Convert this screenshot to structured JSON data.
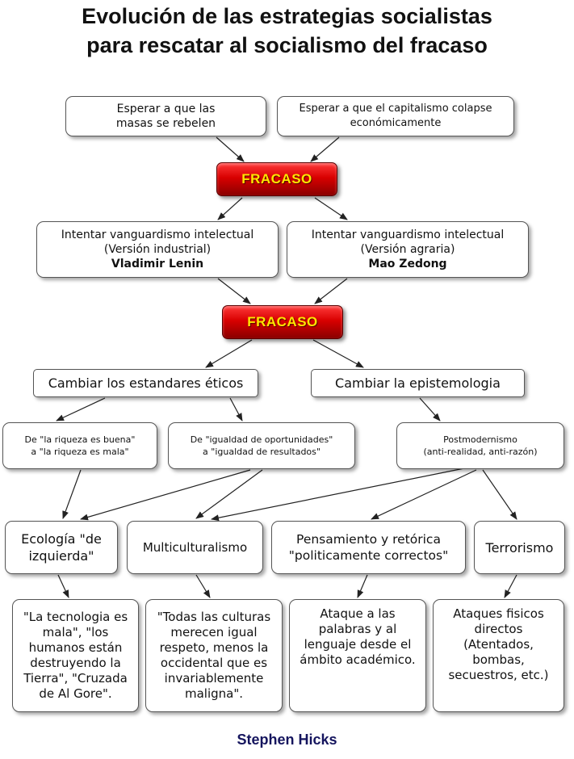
{
  "title": {
    "line1": "Evolución de las estrategias socialistas",
    "line2": "para rescatar al socialismo del fracaso"
  },
  "nodes": {
    "masses": [
      "Esperar a que las",
      "masas se rebelen"
    ],
    "capitalism": [
      "Esperar a que el capitalismo colapse",
      "económicamente"
    ],
    "fail1": "FRACASO",
    "lenin": {
      "lines": [
        "Intentar vanguardismo intelectual",
        "(Versión industrial)"
      ],
      "name": "Vladimir Lenin"
    },
    "mao": {
      "lines": [
        "Intentar vanguardismo intelectual",
        "(Versión agraria)"
      ],
      "name": "Mao Zedong"
    },
    "fail2": "FRACASO",
    "ethics": "Cambiar los estandares éticos",
    "epistemology": "Cambiar la epistemologia",
    "wealth": [
      "De \"la riqueza es buena\"",
      "a \"la riqueza es mala\""
    ],
    "equality": [
      "De \"igualdad de oportunidades\"",
      "a \"igualdad de resultados\""
    ],
    "postmodern": [
      "Postmodernismo",
      "(anti-realidad, anti-razón)"
    ],
    "ecology": [
      "Ecología \"de",
      "izquierda\""
    ],
    "multicultural": "Multiculturalismo",
    "politically_correct": [
      "Pensamiento y retórica",
      "\"politicamente correctos\""
    ],
    "terrorism": "Terrorismo",
    "ecology_desc": [
      "\"La tecnologia es",
      "mala\", \"los",
      "humanos están",
      "destruyendo la",
      "Tierra\", \"Cruzada",
      "de Al Gore\"."
    ],
    "multicultural_desc": [
      "\"Todas las culturas",
      "merecen igual",
      "respeto, menos la",
      "occidental que es",
      "invariablemente",
      "maligna\"."
    ],
    "pc_desc": [
      "Ataque a las",
      "palabras y al",
      "lenguaje desde el",
      "ámbito académico."
    ],
    "terrorism_desc": [
      "Ataques fisicos",
      "directos",
      "(Atentados,",
      "bombas,",
      "secuestros, etc.)"
    ]
  },
  "author": "Stephen Hicks"
}
